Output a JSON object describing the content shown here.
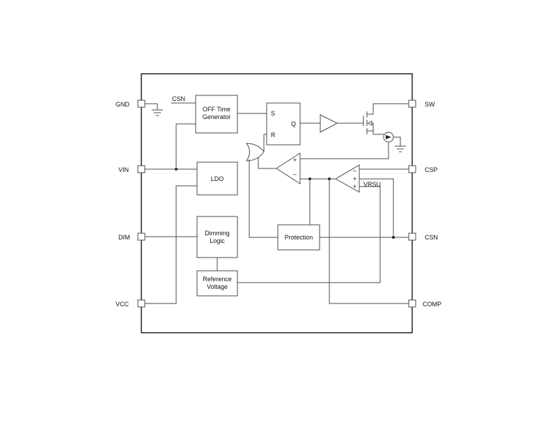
{
  "pins": {
    "gnd": "GND",
    "vin": "VIN",
    "dim": "DIM",
    "vcc": "VCC",
    "sw": "SW",
    "csp": "CSP",
    "csn": "CSN",
    "comp": "COMP"
  },
  "blocks": {
    "off_time_line1": "OFF Time",
    "off_time_line2": "Generator",
    "ldo": "LDO",
    "dimming_line1": "Dimming",
    "dimming_line2": "Logic",
    "reference_line1": "Reference",
    "reference_line2": "Voltage",
    "protection": "Protection"
  },
  "signals": {
    "csn_input": "CSN",
    "set": "S",
    "reset": "R",
    "q": "Q",
    "plus": "+",
    "minus": "–",
    "vrsu": "VRSU"
  }
}
